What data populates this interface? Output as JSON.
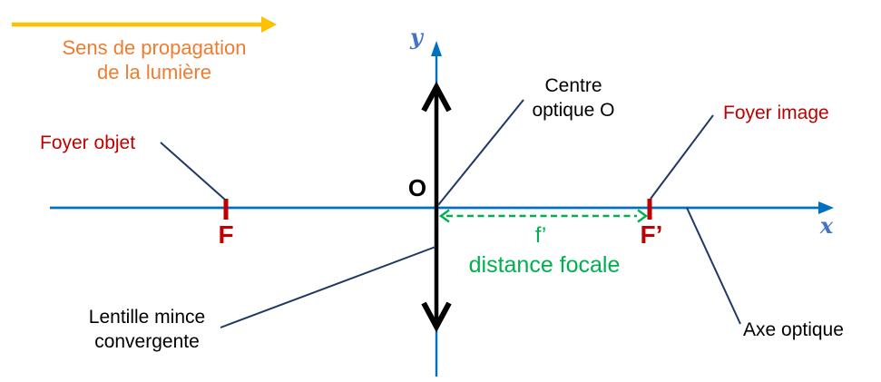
{
  "colors": {
    "axis-blue": "#0070C0",
    "axis-label-blue": "#4472C4",
    "accent-red": "#C00000",
    "accent-green": "#00B050",
    "arrow-orange": "#FFC000",
    "text-orange": "#ED7D31",
    "pointer-navy": "#1F3864",
    "lens-black": "#000000"
  },
  "propagation": {
    "line1": "Sens de propagation",
    "line2": "de la lumière"
  },
  "axes": {
    "x_label": "x",
    "y_label": "y",
    "axis_caption": "Axe optique"
  },
  "lens": {
    "caption_line1": "Lentille mince",
    "caption_line2": "convergente",
    "center_point": "O",
    "center_caption_line1": "Centre",
    "center_caption_line2": "optique O"
  },
  "foci": {
    "object_point": "F",
    "object_caption": "Foyer objet",
    "image_point": "F’",
    "image_caption": "Foyer image"
  },
  "focal_distance": {
    "symbol": "f’",
    "caption": "distance focale"
  }
}
